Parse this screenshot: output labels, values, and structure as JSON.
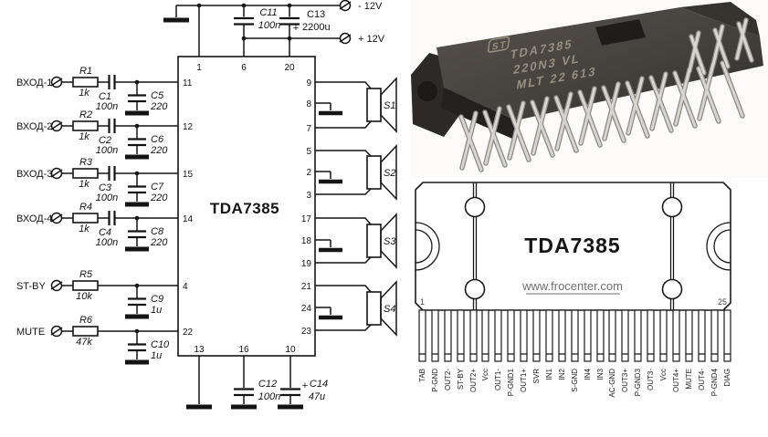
{
  "schematic": {
    "power": {
      "c11_name": "C11",
      "c11_value": "100n",
      "c13_name": "C13",
      "c13_value": "2200u",
      "c13_plus": "+",
      "neg_terminal": "- 12V",
      "pos_terminal": "+ 12V"
    },
    "ic": {
      "title": "TDA7385",
      "top_pins": [
        "1",
        "6",
        "20"
      ],
      "bottom_pins": [
        "13",
        "16",
        "10"
      ],
      "left_pins": [
        "11",
        "12",
        "15",
        "14",
        "4",
        "22"
      ],
      "right_pins": [
        "9",
        "8",
        "7",
        "5",
        "2",
        "3",
        "17",
        "18",
        "19",
        "21",
        "24",
        "23"
      ]
    },
    "inputs": [
      {
        "label": "ВХОД-1",
        "resistor": "R1",
        "resistor_value": "1k",
        "series_cap": "C1",
        "series_cap_value": "100n",
        "shunt_cap": "C5",
        "shunt_cap_value": "220"
      },
      {
        "label": "ВХОД-2",
        "resistor": "R2",
        "resistor_value": "1k",
        "series_cap": "C2",
        "series_cap_value": "100n",
        "shunt_cap": "C6",
        "shunt_cap_value": "220"
      },
      {
        "label": "ВХОД-3",
        "resistor": "R3",
        "resistor_value": "1k",
        "series_cap": "C3",
        "series_cap_value": "100n",
        "shunt_cap": "C7",
        "shunt_cap_value": "220"
      },
      {
        "label": "ВХОД-4",
        "resistor": "R4",
        "resistor_value": "1k",
        "series_cap": "C4",
        "series_cap_value": "100n",
        "shunt_cap": "C8",
        "shunt_cap_value": "220"
      }
    ],
    "controls": [
      {
        "label": "ST-BY",
        "resistor": "R5",
        "resistor_value": "10k",
        "shunt_cap": "C9",
        "shunt_cap_value": "1u"
      },
      {
        "label": "MUTE",
        "resistor": "R6",
        "resistor_value": "47k",
        "shunt_cap": "C10",
        "shunt_cap_value": "1u"
      }
    ],
    "bottom_caps": {
      "c12_name": "C12",
      "c12_value": "100n",
      "c14_plus": "+",
      "c14_name": "C14",
      "c14_value": "47u"
    },
    "speakers": [
      "S1",
      "S2",
      "S3",
      "S4"
    ]
  },
  "chip_photo": {
    "logo": "ST",
    "marking_line1": "TDA7385",
    "marking_line2": "220N3 VL",
    "marking_line3": "MLT 22 613"
  },
  "pinout": {
    "title": "TDA7385",
    "watermark": "www.frocenter.com",
    "first_pin_number": "1",
    "last_pin_number": "25",
    "pin_labels": [
      "TAB",
      "P-GND",
      "OUT2-",
      "ST-BY",
      "OUT2+",
      "Vcc",
      "OUT1-",
      "P-GND1",
      "OUT1+",
      "SVR",
      "IN1",
      "IN2",
      "S-GND",
      "IN4",
      "IN3",
      "AC-GND",
      "OUT3+",
      "P-GND3",
      "OUT3-",
      "Vcc",
      "OUT4+",
      "MUTE",
      "OUT4-",
      "P-GND4",
      "DIAG"
    ]
  }
}
